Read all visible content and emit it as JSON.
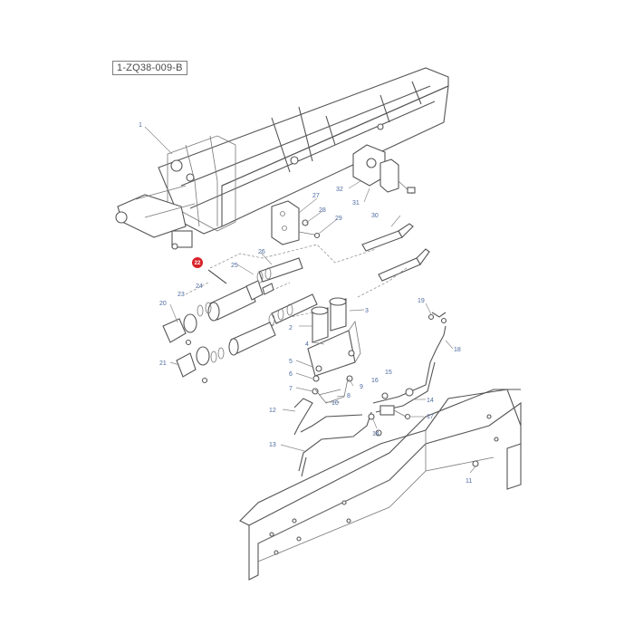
{
  "diagram": {
    "reference_code": "1-ZQ38-009-B",
    "highlighted_callout": "22",
    "highlight_color": "#d8232a",
    "callout_color": "#4d6aa0",
    "callouts": [
      "1",
      "2",
      "3",
      "4",
      "5",
      "6",
      "7",
      "8",
      "9",
      "10",
      "11",
      "12",
      "13",
      "14",
      "14",
      "15",
      "16",
      "17",
      "18",
      "19",
      "20",
      "21",
      "23",
      "24",
      "25",
      "26",
      "27",
      "28",
      "29",
      "30",
      "31",
      "32"
    ]
  }
}
